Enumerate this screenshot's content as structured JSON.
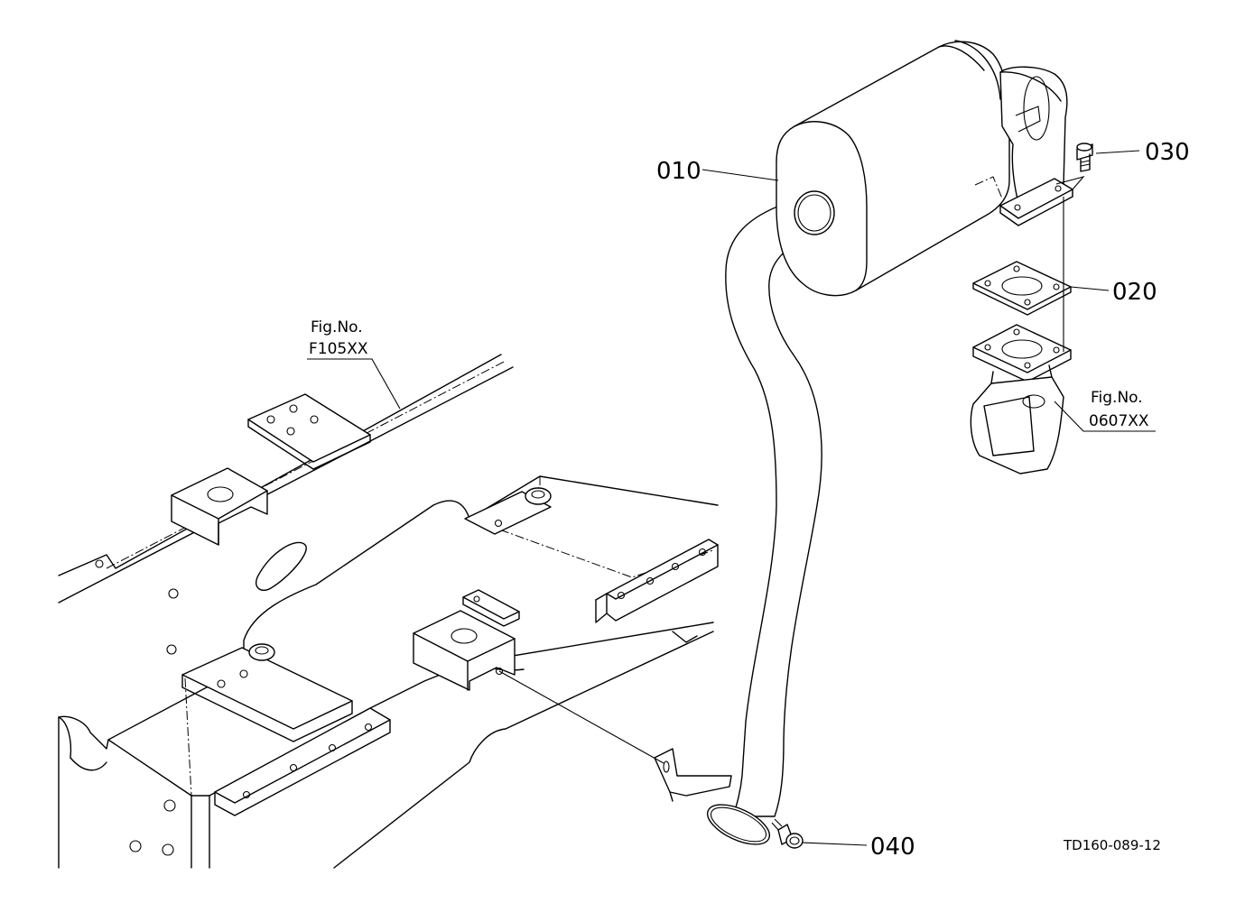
{
  "callouts": {
    "p010": "010",
    "p020": "020",
    "p030": "030",
    "p040": "040"
  },
  "fig_refs": {
    "frame": {
      "line1": "Fig.No.",
      "line2": "F105XX"
    },
    "manifold": {
      "line1": "Fig.No.",
      "line2": "0607XX"
    }
  },
  "drawing_code": "TD160-089-12"
}
